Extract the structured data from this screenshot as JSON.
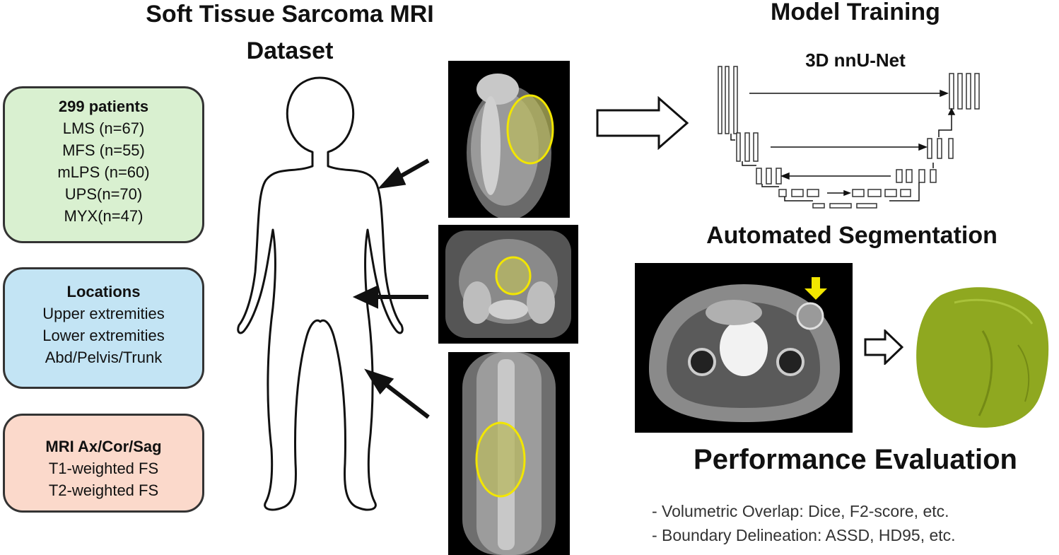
{
  "dataset_title": "Soft Tissue Sarcoma MRI Dataset",
  "patients_box": {
    "heading": "299 patients",
    "items": [
      "LMS (n=67)",
      "MFS (n=55)",
      "mLPS (n=60)",
      "UPS(n=70)",
      "MYX(n=47)"
    ],
    "color": "#d9f0d0"
  },
  "locations_box": {
    "heading": "Locations",
    "items": [
      "Upper extremities",
      "Lower extremities",
      "Abd/Pelvis/Trunk"
    ],
    "color": "#c3e4f4"
  },
  "mri_box": {
    "heading": "MRI Ax/Cor/Sag",
    "items": [
      "T1-weighted FS",
      "T2-weighted FS"
    ],
    "color": "#fbd9cb"
  },
  "model_training": {
    "title": "Model Training",
    "network_label": "3D nnU-Net"
  },
  "segmentation": {
    "title": "Automated Segmentation",
    "tumor_color": "#8fa820",
    "marker_color": "#f2e600"
  },
  "evaluation": {
    "title": "Performance Evaluation",
    "items": [
      "- Volumetric Overlap: Dice, F2-score, etc.",
      "- Boundary Delineation: ASSD, HD95, etc."
    ]
  }
}
